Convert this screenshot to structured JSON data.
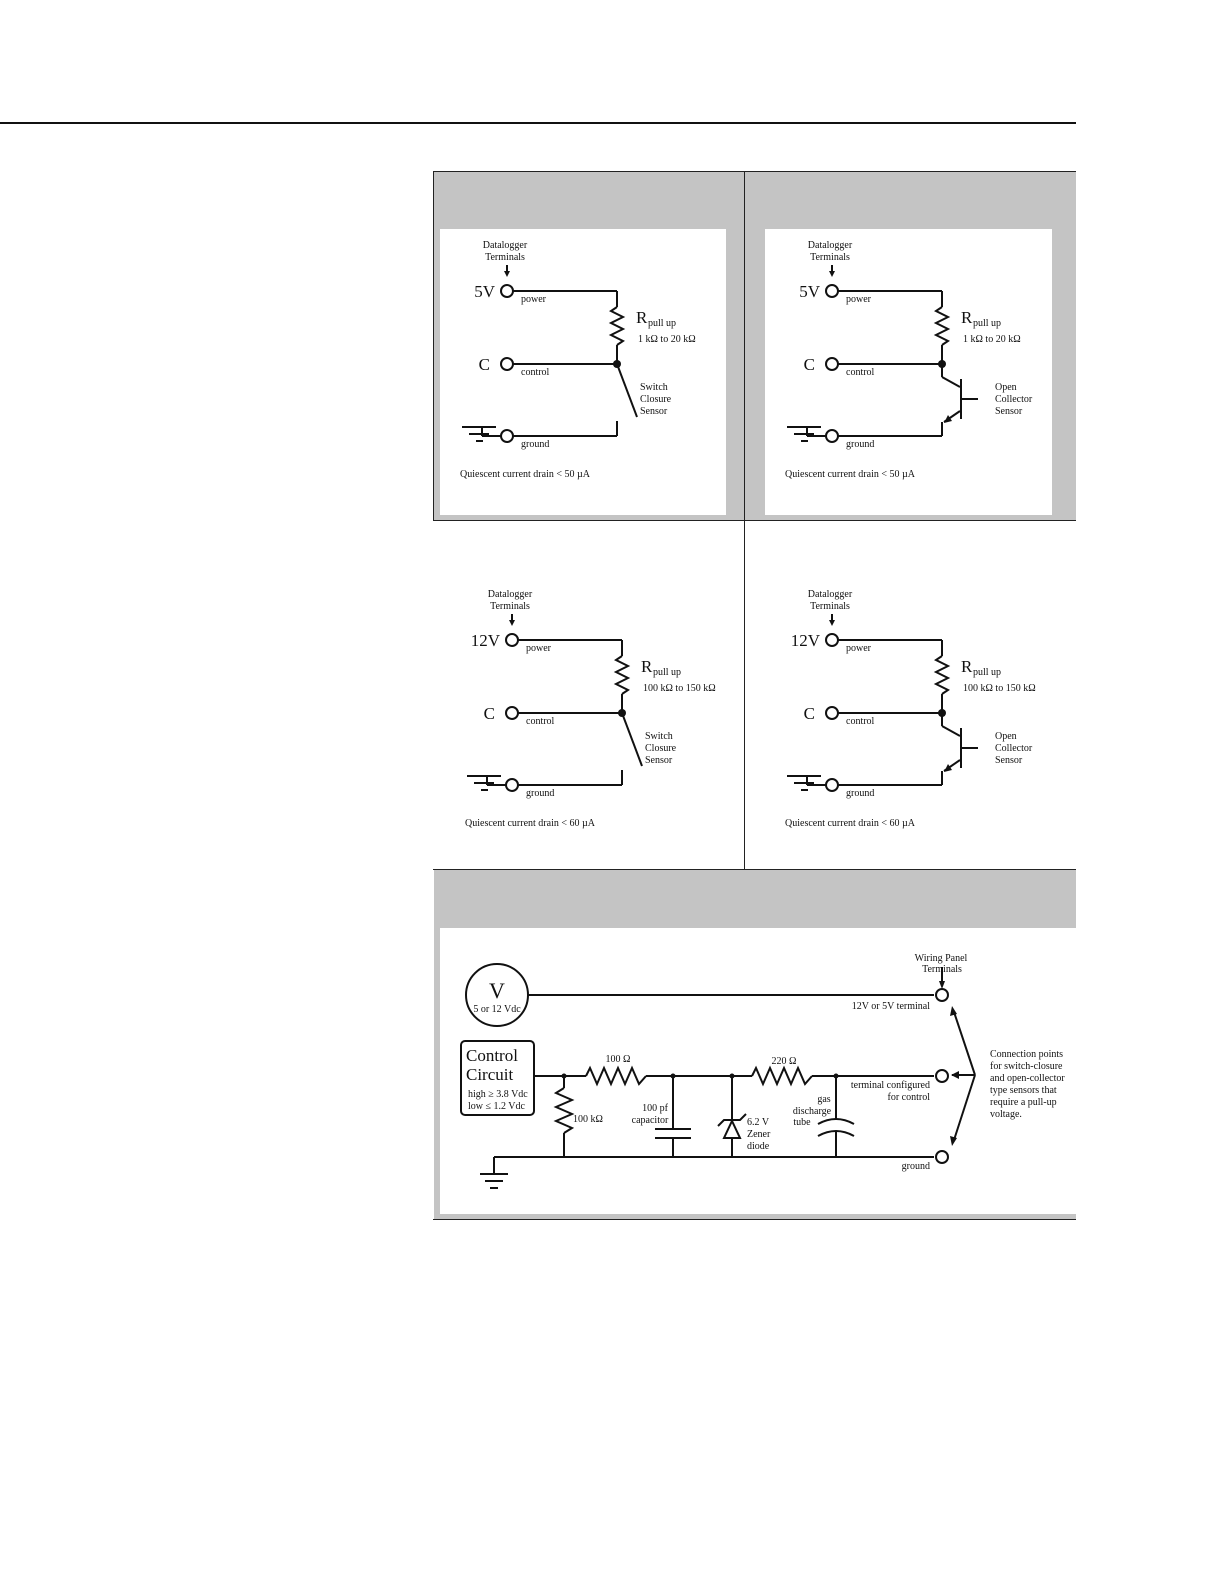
{
  "circuits": [
    {
      "terminals_label_1": "Datalogger",
      "terminals_label_2": "Terminals",
      "supply": "5V",
      "power_label": "power",
      "control": "C",
      "control_label": "control",
      "ground_label": "ground",
      "r_main": "R",
      "r_sub": "pull up",
      "r_range": "1 kΩ to 20 kΩ",
      "sensor_1": "Switch",
      "sensor_2": "Closure",
      "sensor_3": "Sensor",
      "drain": "Quiescent current drain < 50 µA"
    },
    {
      "terminals_label_1": "Datalogger",
      "terminals_label_2": "Terminals",
      "supply": "5V",
      "power_label": "power",
      "control": "C",
      "control_label": "control",
      "ground_label": "ground",
      "r_main": "R",
      "r_sub": "pull up",
      "r_range": "1 kΩ to 20 kΩ",
      "sensor_1": "Open",
      "sensor_2": "Collector",
      "sensor_3": "Sensor",
      "drain": "Quiescent current drain < 50 µA"
    },
    {
      "terminals_label_1": "Datalogger",
      "terminals_label_2": "Terminals",
      "supply": "12V",
      "power_label": "power",
      "control": "C",
      "control_label": "control",
      "ground_label": "ground",
      "r_main": "R",
      "r_sub": "pull up",
      "r_range": "100 kΩ to 150 kΩ",
      "sensor_1": "Switch",
      "sensor_2": "Closure",
      "sensor_3": "Sensor",
      "drain": "Quiescent current drain < 60 µA"
    },
    {
      "terminals_label_1": "Datalogger",
      "terminals_label_2": "Terminals",
      "supply": "12V",
      "power_label": "power",
      "control": "C",
      "control_label": "control",
      "ground_label": "ground",
      "r_main": "R",
      "r_sub": "pull up",
      "r_range": "100 kΩ to 150 kΩ",
      "sensor_1": "Open",
      "sensor_2": "Collector",
      "sensor_3": "Sensor",
      "drain": "Quiescent current drain < 60 µA"
    }
  ],
  "protection": {
    "source_symbol": "V",
    "source_value": "5 or 12 Vdc",
    "control_1": "Control",
    "control_2": "Circuit",
    "control_high": "high ≥ 3.8 Vdc",
    "control_low": "low ≤ 1.2 Vdc",
    "r1": "100 Ω",
    "r2": "220 Ω",
    "r3": "100 kΩ",
    "cap_1": "100 pf",
    "cap_2": "capacitor",
    "zener_1": "6.2 V",
    "zener_2": "Zener",
    "zener_3": "diode",
    "gas_1": "gas",
    "gas_2": "discharge",
    "gas_3": "tube",
    "panel_1": "Wiring Panel",
    "panel_2": "Terminals",
    "supply_terminal": "12V or 5V terminal",
    "control_terminal_1": "terminal configured",
    "control_terminal_2": "for control",
    "ground": "ground",
    "note_1": "Connection points",
    "note_2": "for switch-closure",
    "note_3": "and open-collector",
    "note_4": "type sensors that",
    "note_5": "require a pull-up",
    "note_6": "voltage."
  }
}
